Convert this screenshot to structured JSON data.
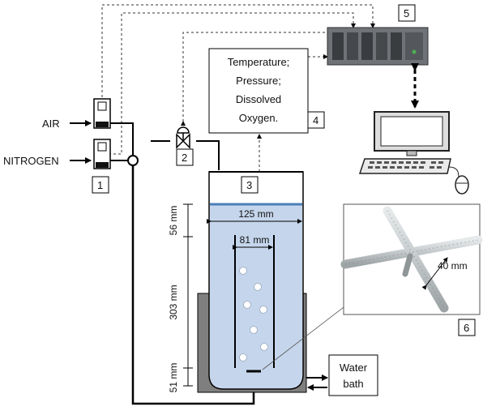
{
  "components": {
    "n1": "1",
    "n2": "2",
    "n3": "3",
    "n4": "4",
    "n5": "5",
    "n6": "6"
  },
  "gases": {
    "air": "AIR",
    "nitrogen": "NITROGEN"
  },
  "sensor_box": {
    "line1": "Temperature;",
    "line2": "Pressure;",
    "line3": "Dissolved",
    "line4": "Oxygen."
  },
  "water_bath": {
    "line1": "Water",
    "line2": "bath"
  },
  "dimensions": {
    "outer_diameter": "125 mm",
    "inner_diameter": "81 mm",
    "top_height": "56 mm",
    "middle_height": "303 mm",
    "bottom_height": "51 mm",
    "sparger_length": "40 mm"
  },
  "colors": {
    "liquid": "#c5d6ec",
    "liquid_surface": "#4a7fb8",
    "bath": "#7f7f7f",
    "sparger": "#c9cfd1"
  }
}
